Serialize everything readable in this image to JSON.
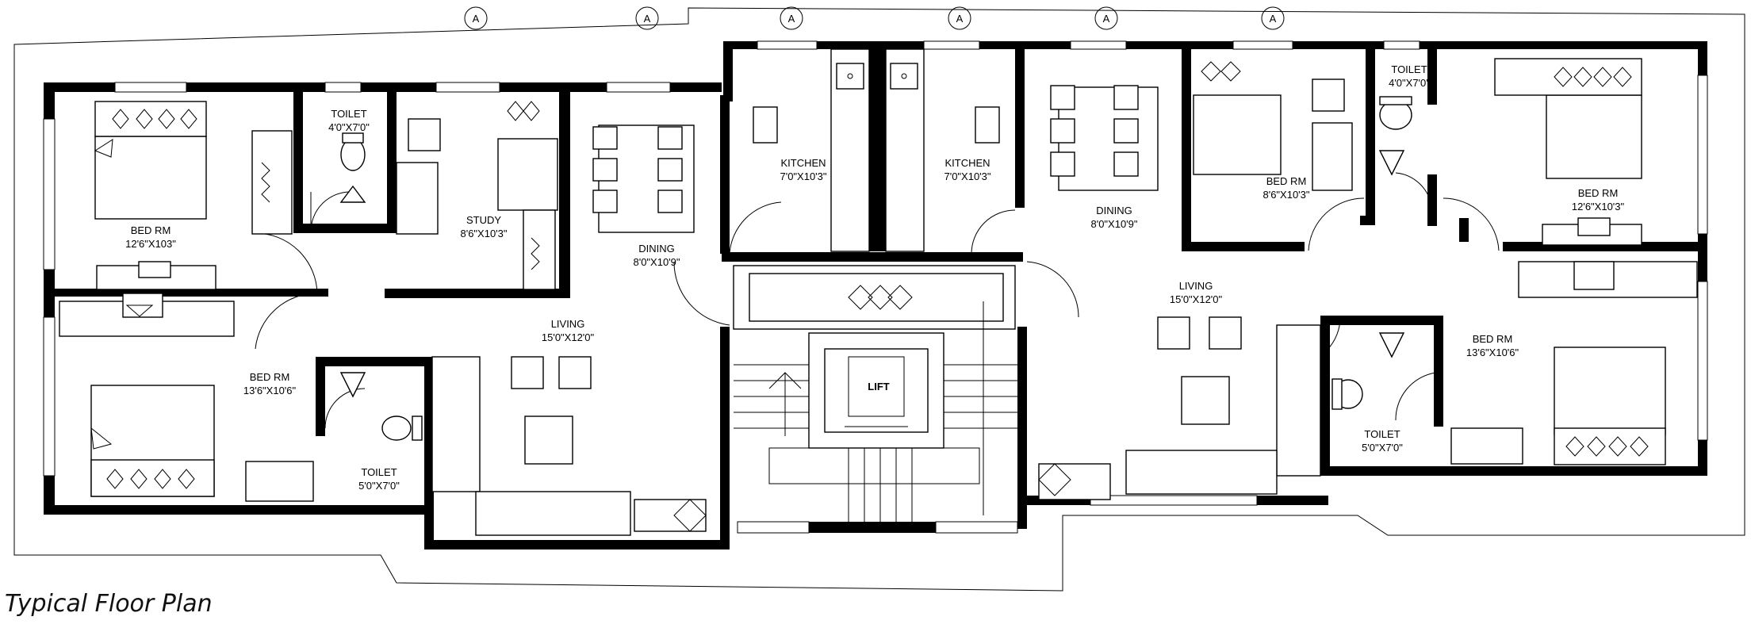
{
  "caption": "Typical Floor Plan",
  "column_marker": "A",
  "rooms": {
    "bed_tl": {
      "name": "BED RM",
      "size": "12'6\"X103\""
    },
    "toilet_tl": {
      "name": "TOILET",
      "size": "4'0\"X7'0\""
    },
    "study": {
      "name": "STUDY",
      "size": "8'6\"X10'3\""
    },
    "dining_l": {
      "name": "DINING",
      "size": "8'0\"X10'9\""
    },
    "kitchen_l": {
      "name": "KITCHEN",
      "size": "7'0\"X10'3\""
    },
    "kitchen_r": {
      "name": "KITCHEN",
      "size": "7'0\"X10'3\""
    },
    "dining_r": {
      "name": "DINING",
      "size": "8'0\"X10'9\""
    },
    "bed_tm_r": {
      "name": "BED RM",
      "size": "8'6\"X10'3\""
    },
    "toilet_tr": {
      "name": "TOILET",
      "size": "4'0\"X7'0\""
    },
    "bed_tr": {
      "name": "BED RM",
      "size": "12'6\"X10'3\""
    },
    "bed_bl": {
      "name": "BED RM",
      "size": "13'6\"X10'6\""
    },
    "toilet_bl": {
      "name": "TOILET",
      "size": "5'0\"X7'0\""
    },
    "living_l": {
      "name": "LIVING",
      "size": "15'0\"X12'0\""
    },
    "living_r": {
      "name": "LIVING",
      "size": "15'0\"X12'0\""
    },
    "bed_br": {
      "name": "BED RM",
      "size": "13'6\"X10'6\""
    },
    "toilet_br": {
      "name": "TOILET",
      "size": "5'0\"X7'0\""
    },
    "lift": {
      "name": "LIFT"
    }
  }
}
